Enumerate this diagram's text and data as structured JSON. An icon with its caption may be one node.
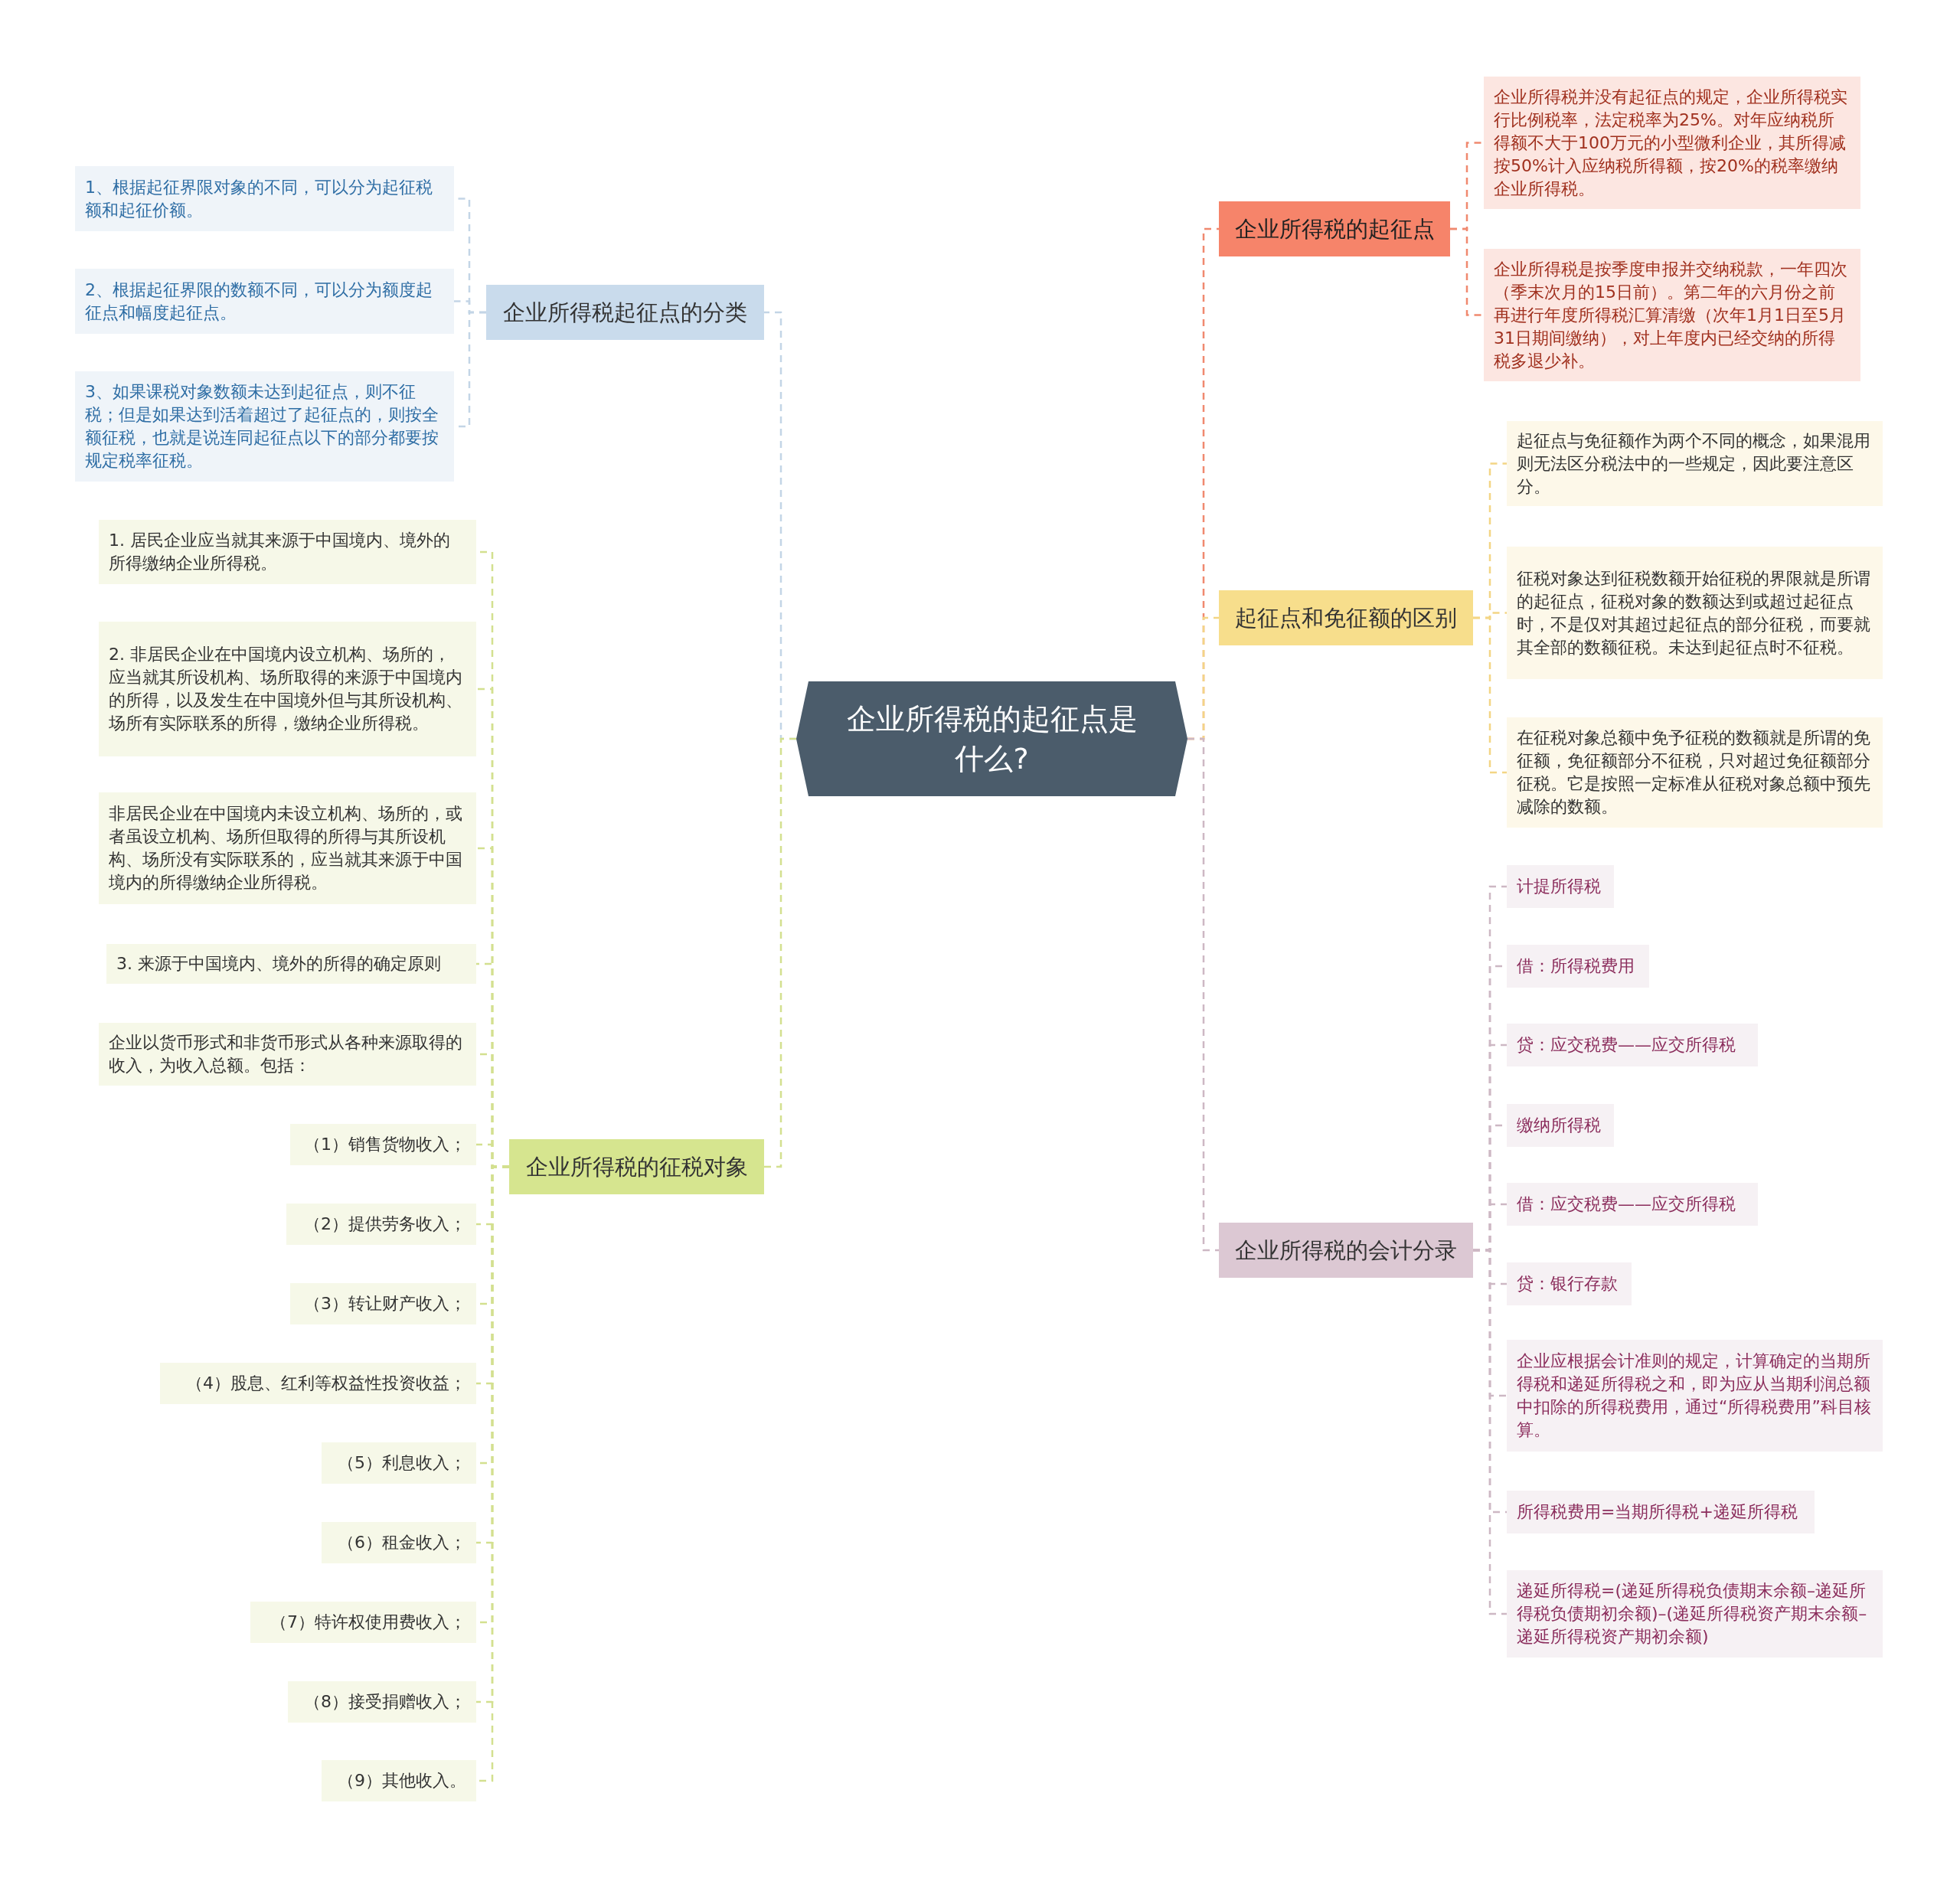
{
  "diagram": {
    "nodes": [
      {
        "text": [
          "企业所得税的起征点是什么?"
        ]
      },
      {
        "text": [
          "企业所得税起征点的分类"
        ]
      },
      {
        "text": [
          "1、根据起征界限对象的不同，可以分为起征税额和起征价额。"
        ]
      },
      {
        "text": [
          "2、根据起征界限的数额不同，可以分为额度起征点和幅度起征点。"
        ]
      },
      {
        "text": [
          "3、如果课税对象数额未达到起征点，则不征税；但是如果达到活着超过了起征点的，则按全额征税，也就是说连同起征点以下的部分都要按规定税率征税。"
        ]
      },
      {
        "text": [
          "企业所得税的征税对象"
        ]
      },
      {
        "text": [
          "1. 居民企业应当就其来源于中国境内、境外的所得缴纳企业所得税。"
        ]
      },
      {
        "text": [
          "2. 非居民企业在中国境内设立机构、场所的，应当就其所设机构、场所取得的来源于中国境内的所得，以及发生在中国境外但与其所设机构、场所有实际联系的所得，缴纳企业所得税。"
        ]
      },
      {
        "text": [
          "非居民企业在中国境内未设立机构、场所的，或者虽设立机构、场所但取得的所得与其所设机构、场所没有实际联系的，应当就其来源于中国境内的所得缴纳企业所得税。"
        ]
      },
      {
        "text": [
          "3. 来源于中国境内、境外的所得的确定原则"
        ]
      },
      {
        "text": [
          "企业以货币形式和非货币形式从各种来源取得的收入，为收入总额。包括："
        ]
      },
      {
        "text": [
          "（1）销售货物收入；"
        ]
      },
      {
        "text": [
          "（2）提供劳务收入；"
        ]
      },
      {
        "text": [
          "（3）转让财产收入；"
        ]
      },
      {
        "text": [
          "（4）股息、红利等权益性投资收益；"
        ]
      },
      {
        "text": [
          "（5）利息收入；"
        ]
      },
      {
        "text": [
          "（6）租金收入；"
        ]
      },
      {
        "text": [
          "（7）特许权使用费收入；"
        ]
      },
      {
        "text": [
          "（8）接受捐赠收入；"
        ]
      },
      {
        "text": [
          "（9）其他收入。"
        ]
      },
      {
        "text": [
          "企业所得税的起征点"
        ]
      },
      {
        "text": [
          "企业所得税并没有起征点的规定，企业所得税实行比例税率，法定税率为25%。对年应纳税所得额不大于100万元的小型微利企业，其所得减按50%计入应纳税所得额，按20%的税率缴纳企业所得税。"
        ]
      },
      {
        "text": [
          "企业所得税是按季度申报并交纳税款，一年四次（季末次月的15日前）。第二年的六月份之前再进行年度所得税汇算清缴（次年1月1日至5月31日期间缴纳），对上年度内已经交纳的所得税多退少补。"
        ]
      },
      {
        "text": [
          "起征点和免征额的区别"
        ]
      },
      {
        "text": [
          "起征点与免征额作为两个不同的概念，如果混用则无法区分税法中的一些规定，因此要注意区分。"
        ]
      },
      {
        "text": [
          "征税对象达到征税数额开始征税的界限就是所谓的起征点，征税对象的数额达到或超过起征点时，不是仅对其超过起征点的部分征税，而要就其全部的数额征税。未达到起征点时不征税。"
        ]
      },
      {
        "text": [
          "在征税对象总额中免予征税的数额就是所谓的免征额，免征额部分不征税，只对超过免征额部分征税。它是按照一定标准从征税对象总额中预先减除的数额。"
        ]
      },
      {
        "text": [
          "企业所得税的会计分录"
        ]
      },
      {
        "text": [
          "计提所得税"
        ]
      },
      {
        "text": [
          "借：所得税费用"
        ]
      },
      {
        "text": [
          "贷：应交税费——应交所得税"
        ]
      },
      {
        "text": [
          "缴纳所得税"
        ]
      },
      {
        "text": [
          "借：应交税费——应交所得税"
        ]
      },
      {
        "text": [
          "贷：银行存款"
        ]
      },
      {
        "text": [
          "企业应根据会计准则的规定，计算确定的当期所得税和递延所得税之和，即为应从当期利润总额中扣除的所得税费用，通过“所得税费用”科目核算。"
        ]
      },
      {
        "text": [
          "所得税费用=当期所得税+递延所得税"
        ]
      },
      {
        "text": [
          "递延所得税=(递延所得税负债期末余额–递延所得税负债期初余额)–(递延所得税资产期末余额–递延所得税资产期初余额)"
        ]
      }
    ],
    "edges": [
      {
        "from": 0,
        "to": 1,
        "arrow": "none",
        "style": "dashed",
        "color": "#c3d5e6"
      },
      {
        "from": 1,
        "to": 2,
        "arrow": "none",
        "style": "dashed",
        "color": "#c3d5e6"
      },
      {
        "from": 1,
        "to": 3,
        "arrow": "none",
        "style": "dashed",
        "color": "#c3d5e6"
      },
      {
        "from": 1,
        "to": 4,
        "arrow": "none",
        "style": "dashed",
        "color": "#c3d5e6"
      },
      {
        "from": 0,
        "to": 5,
        "arrow": "none",
        "style": "dashed"
      },
      {
        "from": 5,
        "to": 6,
        "arrow": "none",
        "style": "dashed"
      },
      {
        "from": 5,
        "to": 7,
        "arrow": "none",
        "style": "dashed"
      },
      {
        "from": 5,
        "to": 8,
        "arrow": "none",
        "style": "dashed"
      },
      {
        "from": 5,
        "to": 9,
        "arrow": "none",
        "style": "dashed"
      },
      {
        "from": 5,
        "to": 10,
        "arrow": "none",
        "style": "dashed"
      },
      {
        "from": 5,
        "to": 11,
        "arrow": "none",
        "style": "dashed"
      },
      {
        "from": 5,
        "to": 12,
        "arrow": "none",
        "style": "dashed"
      },
      {
        "from": 5,
        "to": 13,
        "arrow": "none",
        "style": "dashed"
      },
      {
        "from": 5,
        "to": 14,
        "arrow": "none",
        "style": "dashed"
      },
      {
        "from": 5,
        "to": 15,
        "arrow": "none",
        "style": "dashed"
      },
      {
        "from": 5,
        "to": 16,
        "arrow": "none",
        "style": "dashed"
      },
      {
        "from": 5,
        "to": 17,
        "arrow": "none",
        "style": "dashed"
      },
      {
        "from": 5,
        "to": 18,
        "arrow": "none",
        "style": "dashed"
      },
      {
        "from": 5,
        "to": 19,
        "arrow": "none",
        "style": "dashed"
      },
      {
        "from": 0,
        "to": 20,
        "arrow": "none",
        "style": "dashed",
        "color": "#f0896f"
      },
      {
        "from": 20,
        "to": 21,
        "arrow": "none",
        "style": "dashed",
        "color": "#f0896f"
      },
      {
        "from": 20,
        "to": 22,
        "arrow": "none",
        "style": "dashed",
        "color": "#f0896f"
      },
      {
        "from": 0,
        "to": 23,
        "arrow": "none",
        "style": "dashed",
        "color": "#f3d585"
      },
      {
        "from": 23,
        "to": 24,
        "arrow": "none",
        "style": "dashed",
        "color": "#f3d585"
      },
      {
        "from": 23,
        "to": 25,
        "arrow": "none",
        "style": "dashed",
        "color": "#f3d585"
      },
      {
        "from": 23,
        "to": 26,
        "arrow": "none",
        "style": "dashed",
        "color": "#f3d585"
      },
      {
        "from": 0,
        "to": 27,
        "arrow": "none",
        "style": "dashed",
        "color": "#cdb8c4"
      },
      {
        "from": 27,
        "to": 28,
        "arrow": "none",
        "style": "dashed",
        "color": "#cdb8c4"
      },
      {
        "from": 27,
        "to": 29,
        "arrow": "none",
        "style": "dashed",
        "color": "#cdb8c4"
      },
      {
        "from": 27,
        "to": 30,
        "arrow": "none",
        "style": "dashed",
        "color": "#cdb8c4"
      },
      {
        "from": 27,
        "to": 31,
        "arrow": "none",
        "style": "dashed",
        "color": "#cdb8c4"
      },
      {
        "from": 27,
        "to": 32,
        "arrow": "none",
        "style": "dashed",
        "color": "#cdb8c4"
      },
      {
        "from": 27,
        "to": 33,
        "arrow": "none",
        "style": "dashed",
        "color": "#cdb8c4"
      },
      {
        "from": 27,
        "to": 34,
        "arrow": "none",
        "style": "dashed",
        "color": "#cdb8c4"
      },
      {
        "from": 27,
        "to": 35,
        "arrow": "none",
        "style": "dashed",
        "color": "#cdb8c4"
      },
      {
        "from": 27,
        "to": 36,
        "arrow": "none",
        "style": "dashed",
        "color": "#cdb8c4"
      }
    ]
  }
}
